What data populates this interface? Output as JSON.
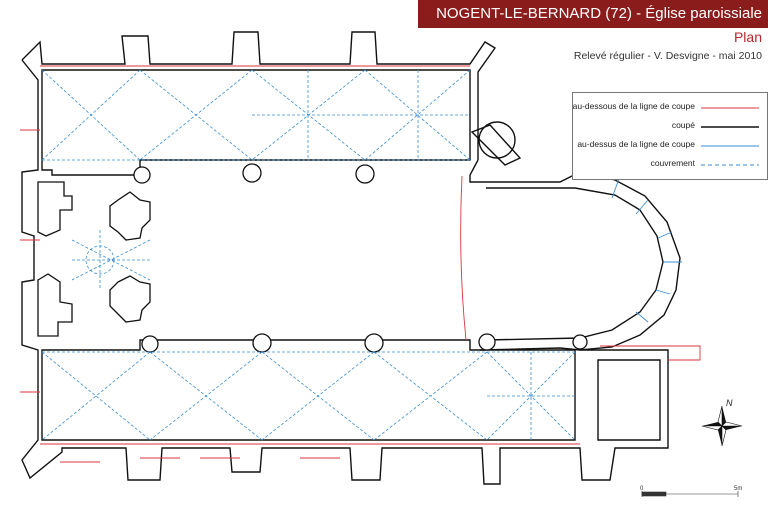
{
  "header": {
    "title": "NOGENT-LE-BERNARD (72) - Église paroissiale",
    "subtitle": "Plan",
    "credit": "Relevé régulier - V. Desvigne - mai 2010"
  },
  "legend": {
    "items": [
      {
        "label": "au-dessous de la ligne de coupe",
        "color": "#d9363e",
        "style": "solid"
      },
      {
        "label": "coupé",
        "color": "#111111",
        "style": "solid"
      },
      {
        "label": "au-dessus de la ligne de coupe",
        "color": "#3b8fd1",
        "style": "solid"
      },
      {
        "label": "couvrement",
        "color": "#3b8fd1",
        "style": "dashed"
      }
    ]
  },
  "scale": {
    "start_label": "0",
    "end_label": "5m"
  },
  "north": {
    "label": "N"
  },
  "colors": {
    "banner": "#8a1c1c",
    "cut": "#111111",
    "below": "#d9363e",
    "above": "#3b8fd1",
    "vault": "#3b8fd1"
  }
}
